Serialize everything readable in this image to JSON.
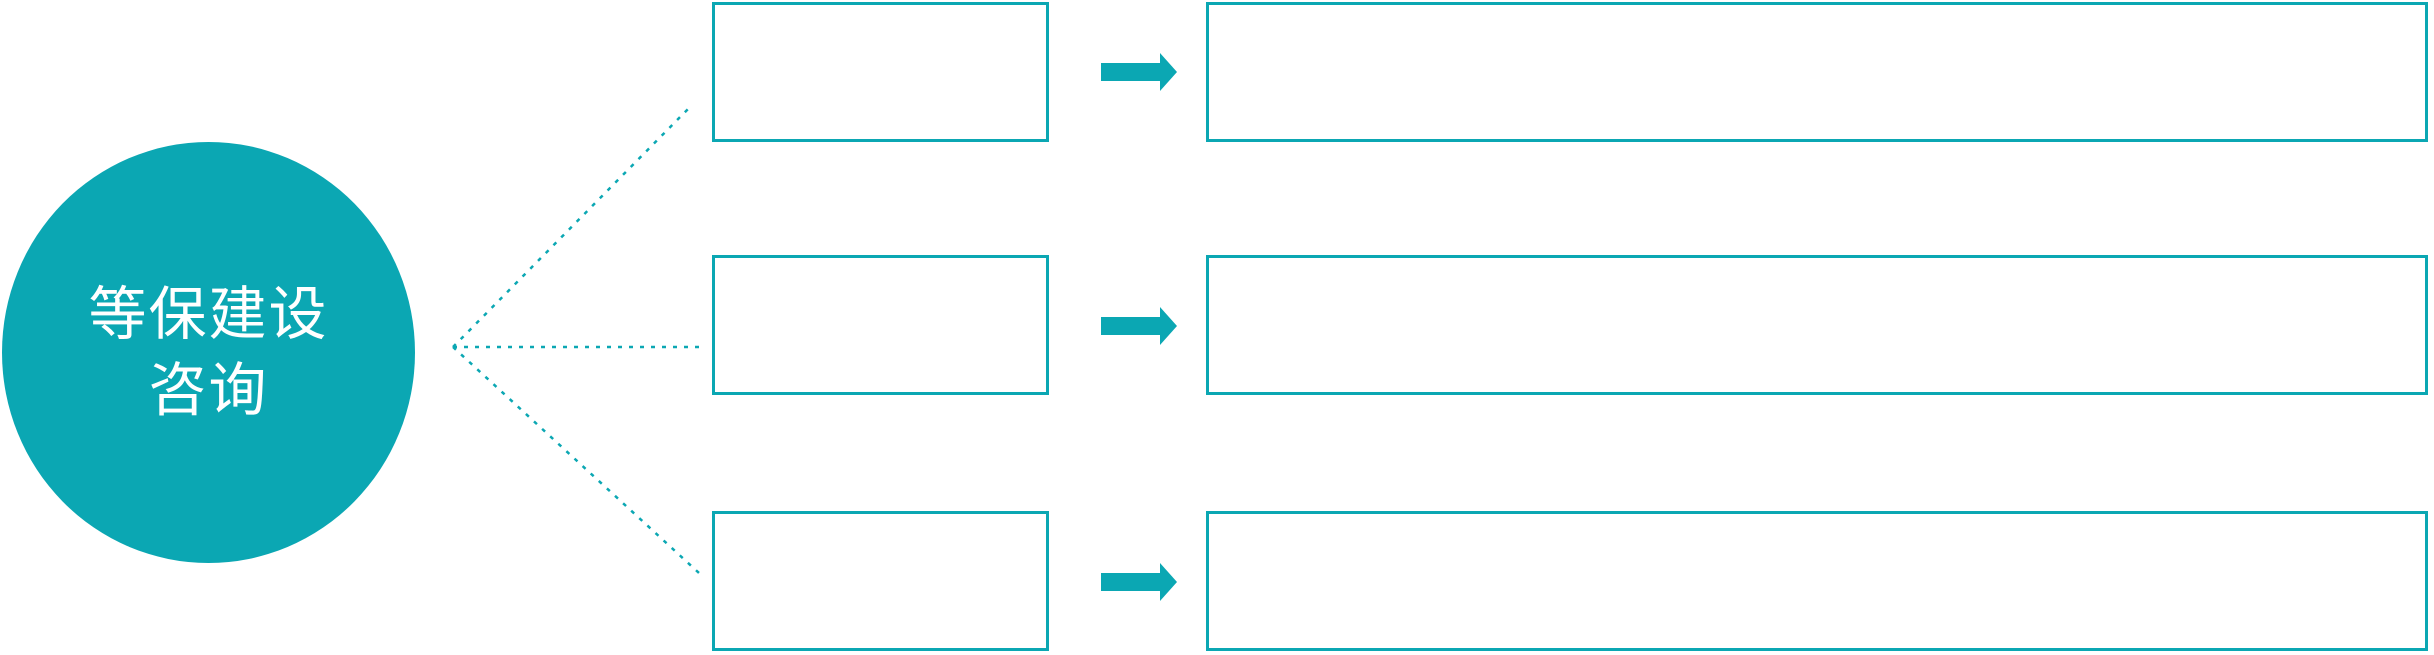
{
  "colors": {
    "accent": "#0ba7b3",
    "canvas_background": "#ffffff",
    "circle_text": "#ffffff"
  },
  "diagram": {
    "type": "radial-flow",
    "center_circle": {
      "label": "等保建设咨询",
      "label_lines": [
        "等保建设",
        "咨询"
      ]
    },
    "connector_style": "dotted",
    "rows": [
      {
        "id": 1,
        "small_box_label": "",
        "large_box_label": ""
      },
      {
        "id": 2,
        "small_box_label": "",
        "large_box_label": ""
      },
      {
        "id": 3,
        "small_box_label": "",
        "large_box_label": ""
      }
    ]
  }
}
